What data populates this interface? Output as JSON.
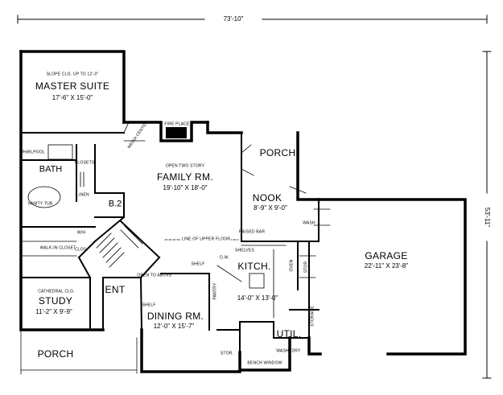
{
  "dimensions": {
    "overall_width": "73'-10\"",
    "overall_depth": "53'-11\""
  },
  "rooms": {
    "master_suite": {
      "note": "SLOPE CLG. UP TO 12'-0\"",
      "name": "MASTER SUITE",
      "size": "17'-6\" X 15'-0\""
    },
    "bath": {
      "name": "BATH",
      "note_w": "WHIRLPOOL",
      "note_t": "VANITY TUB",
      "note_c": "CLOSETS"
    },
    "b2": {
      "name": "B.2"
    },
    "family": {
      "note": "OPEN TWO STORY",
      "name": "FAMILY RM.",
      "size": "19'-10\" X 18'-0\""
    },
    "porch_rear": {
      "name": "PORCH"
    },
    "nook": {
      "name": "NOOK",
      "size": "8'-9\" X 9'-0\""
    },
    "kitchen": {
      "name": "KITCH.",
      "size": "14'-0\" X 13'-0\""
    },
    "garage": {
      "name": "GARAGE",
      "size": "22'-11\" X 23'-8\""
    },
    "study": {
      "note": "CATHEDRAL CLG.",
      "name": "STUDY",
      "size": "11'-2\" X 9'-9\""
    },
    "entry": {
      "name": "ENT",
      "note": "OPEN TO ABOVE"
    },
    "dining": {
      "name": "DINING RM.",
      "size": "12'-0\" X 15'-7\""
    },
    "utility": {
      "name": "UTIL."
    },
    "porch_front": {
      "name": "PORCH"
    }
  },
  "notes": {
    "media": "MEDIA CENTER",
    "fireplace": "FIRE PLACE",
    "upper_floor": "LINE OF UPPER FLOOR",
    "raised_bar": "RAISED BAR",
    "pantry": "PANTRY",
    "shelf": "SHELF",
    "shelf2": "SHELF",
    "oven": "OVEN",
    "stor_garage": "STOR",
    "stor_util": "STOR.",
    "storage": "STORAGE",
    "wash": "WASH",
    "dry": "DRY",
    "bench": "BENCH WINDOW",
    "walkin": "WALK-IN CLOSET",
    "wh": "W/H",
    "shelves": "SHELVES",
    "dw": "D.W.",
    "linen": "LINEN",
    "clos": "CLOS."
  }
}
